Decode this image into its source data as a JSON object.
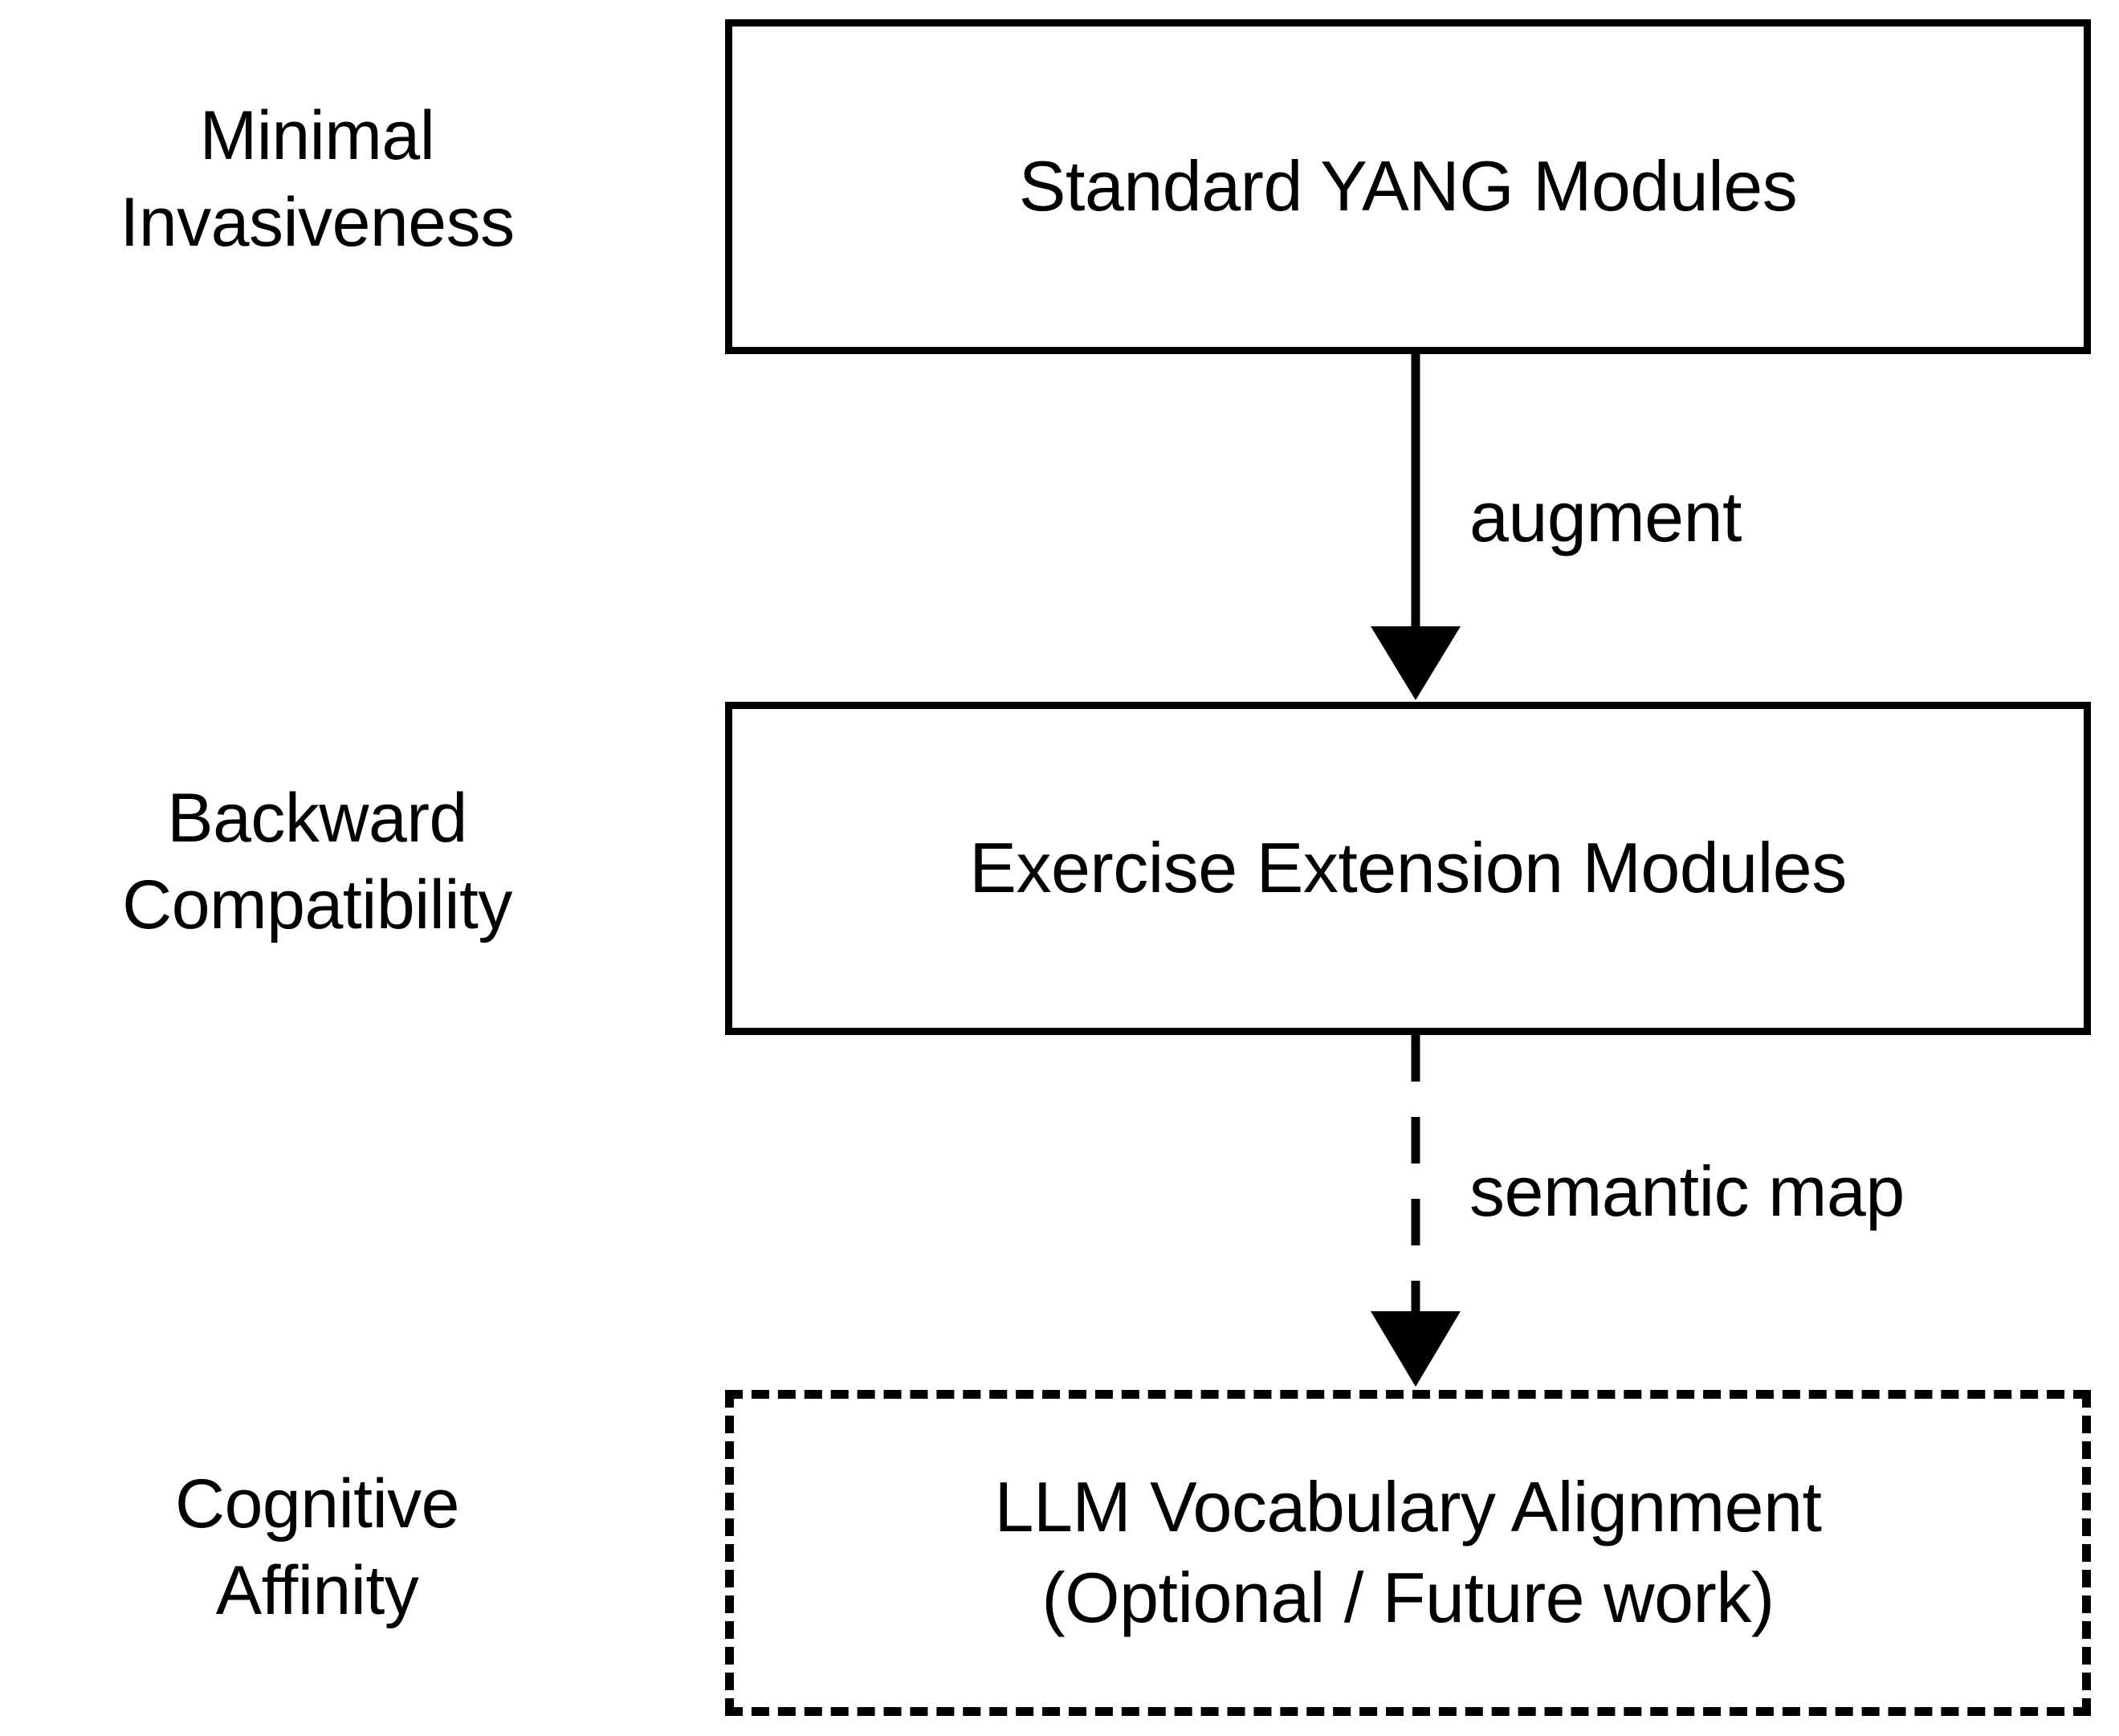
{
  "diagram": {
    "title": "YANG module layering diagram",
    "background_color": "#ffffff",
    "stroke_color": "#000000",
    "side_labels": [
      {
        "id": "minimal-invasiveness",
        "text": "Minimal\nInvasiveness"
      },
      {
        "id": "backward-compatibility",
        "text": "Backward\nCompatibility"
      },
      {
        "id": "cognitive-affinity",
        "text": "Cognitive\nAffinity"
      }
    ],
    "nodes": [
      {
        "id": "standard-yang-modules",
        "text": "Standard YANG Modules",
        "border_style": "solid"
      },
      {
        "id": "exercise-extension-modules",
        "text": "Exercise Extension Modules",
        "border_style": "solid"
      },
      {
        "id": "llm-vocabulary-alignment",
        "text": "LLM Vocabulary Alignment\n(Optional / Future work)",
        "border_style": "dashed"
      }
    ],
    "edges": [
      {
        "id": "augment-edge",
        "label": "augment",
        "from": "standard-yang-modules",
        "to": "exercise-extension-modules",
        "line_style": "solid",
        "arrow": "filled-triangle"
      },
      {
        "id": "semantic-map-edge",
        "label": "semantic map",
        "from": "exercise-extension-modules",
        "to": "llm-vocabulary-alignment",
        "line_style": "dashed",
        "arrow": "filled-triangle"
      }
    ]
  }
}
